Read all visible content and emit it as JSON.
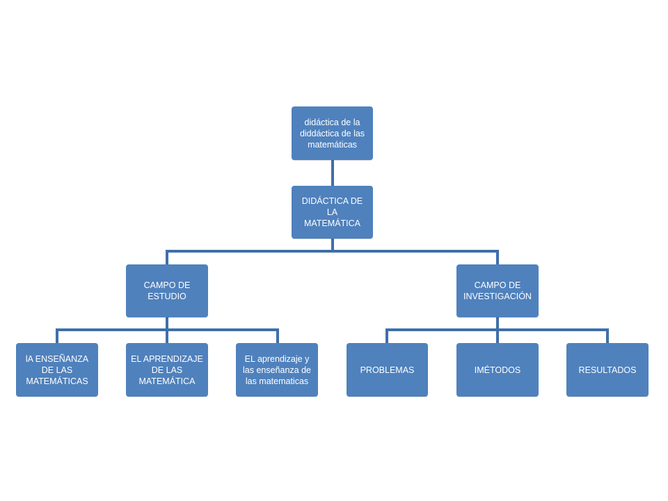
{
  "diagram": {
    "colors": {
      "node_fill": "#4f81bd",
      "connector": "#3f6fa8",
      "text": "#ffffff",
      "background": "#ffffff"
    },
    "root": {
      "label": "didáctica de la\ndiddáctica  de las\nmatemáticas"
    },
    "level1": {
      "label": "DIDÁCTICA DE LA\nMATEMÁTICA"
    },
    "branches": [
      {
        "label": "CAMPO DE\nESTUDIO",
        "children": [
          {
            "label": "lA ENSEÑANZA\nDE LAS\nMATEMÁTICAS"
          },
          {
            "label": "EL APRENDIZAJE\nDE LAS\nMATEMÁTICA"
          },
          {
            "label": "EL aprendizaje y\nlas enseñanza de\nlas matematicas"
          }
        ]
      },
      {
        "label": "CAMPO DE\nINVESTIGACIÓN",
        "children": [
          {
            "label": "PROBLEMAS"
          },
          {
            "label": "IMÉTODOS"
          },
          {
            "label": "RESULTADOS"
          }
        ]
      }
    ]
  }
}
